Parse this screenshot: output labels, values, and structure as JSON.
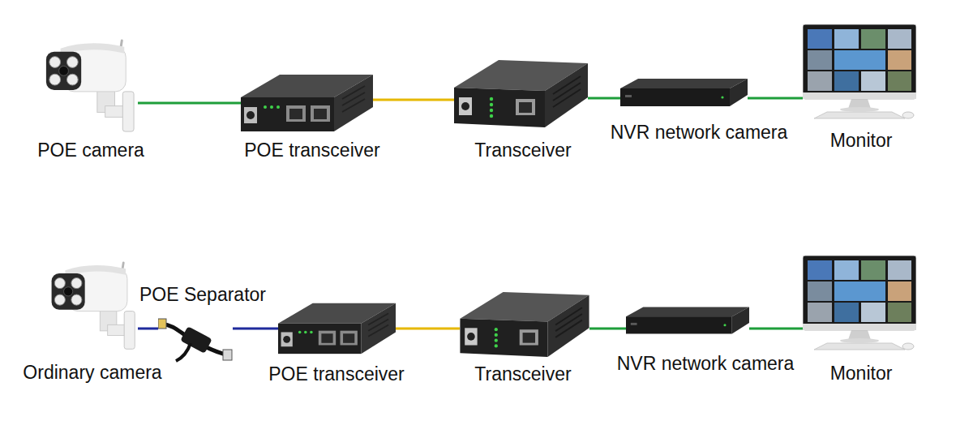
{
  "diagram": {
    "nodes": [
      {
        "text": [
          "POE camera"
        ]
      },
      {
        "text": [
          "POE transceiver"
        ]
      },
      {
        "text": [
          "Transceiver"
        ]
      },
      {
        "text": [
          "NVR network camera"
        ]
      },
      {
        "text": [
          "Monitor"
        ]
      },
      {
        "text": [
          "Ordinary camera"
        ]
      },
      {
        "text": [
          "POE Separator"
        ]
      },
      {
        "text": [
          "POE transceiver"
        ]
      },
      {
        "text": [
          "Transceiver"
        ]
      },
      {
        "text": [
          "NVR network camera"
        ]
      },
      {
        "text": [
          "Monitor"
        ]
      }
    ],
    "edges": [
      {
        "from": 0,
        "to": 1,
        "arrow": "none"
      },
      {
        "from": 1,
        "to": 2,
        "arrow": "none"
      },
      {
        "from": 2,
        "to": 3,
        "arrow": "none"
      },
      {
        "from": 3,
        "to": 4,
        "arrow": "none"
      },
      {
        "from": 5,
        "to": 6,
        "arrow": "none"
      },
      {
        "from": 6,
        "to": 7,
        "arrow": "none"
      },
      {
        "from": 7,
        "to": 8,
        "arrow": "none"
      },
      {
        "from": 8,
        "to": 9,
        "arrow": "none"
      },
      {
        "from": 9,
        "to": 10,
        "arrow": "none"
      }
    ]
  }
}
